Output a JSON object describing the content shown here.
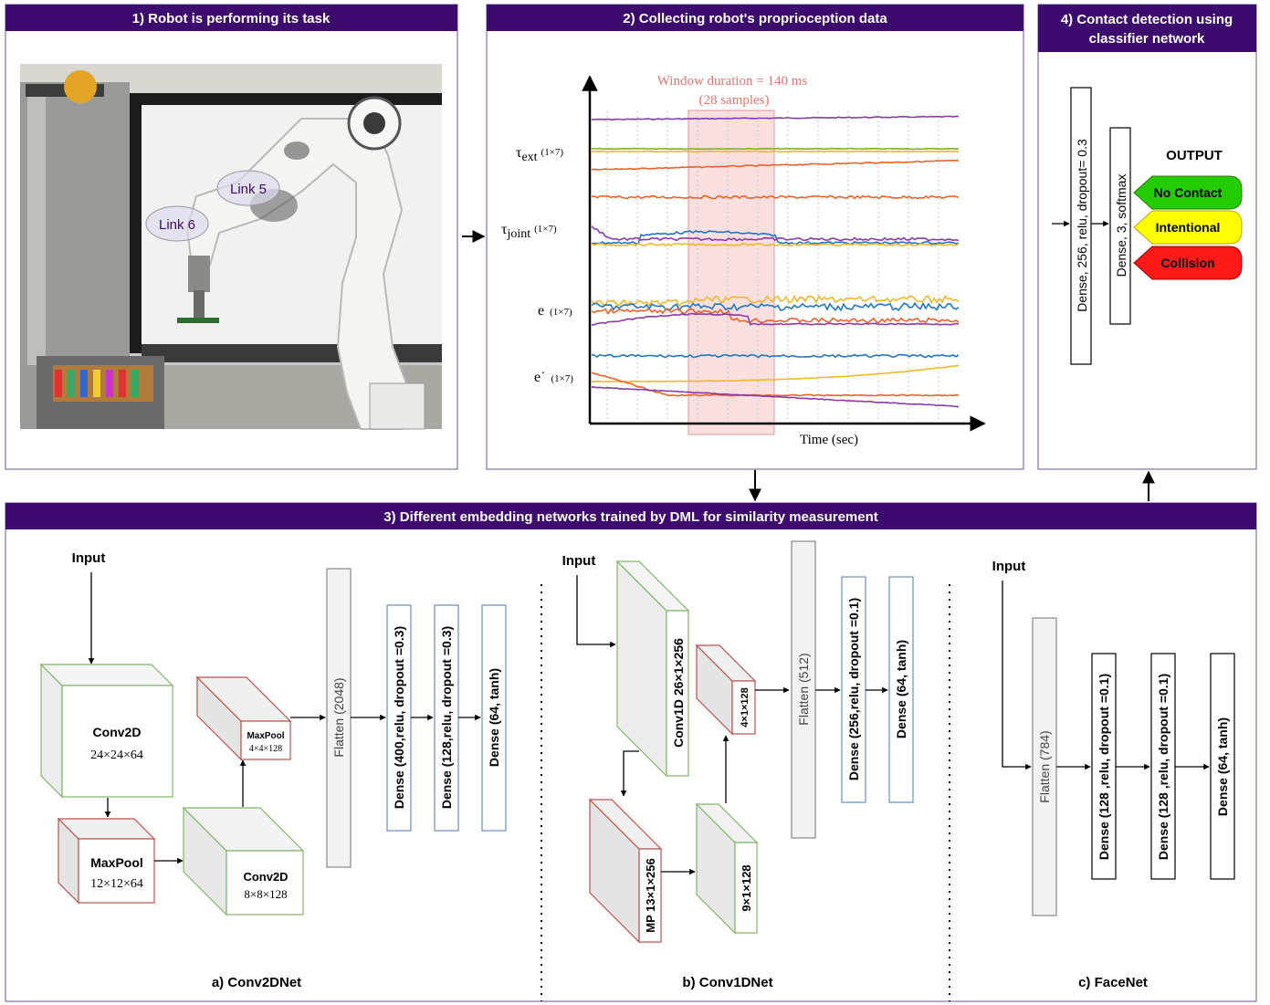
{
  "panels": {
    "p1": {
      "title": "1) Robot is performing its task",
      "link5": "Link 5",
      "link6": "Link 6"
    },
    "p2": {
      "title": "2) Collecting robot's proprioception data",
      "window_line1": "Window duration = 140 ms",
      "window_line2": "(28 samples)",
      "xlabel": "Time (sec)",
      "signals": [
        {
          "sym": "τ",
          "sub": "ext",
          "dim": "(1×7)"
        },
        {
          "sym": "τ",
          "sub": "joint",
          "dim": "(1×7)"
        },
        {
          "sym": "e",
          "sub": "",
          "dim": "(1×7)"
        },
        {
          "sym": "e˙",
          "sub": "",
          "dim": "(1×7)"
        }
      ]
    },
    "p3": {
      "title": "3) Different embedding networks trained by DML for similarity measurement",
      "conv2d": {
        "input": "Input",
        "conv1_name": "Conv2D",
        "conv1_dim": "24×24×64",
        "pool1_name": "MaxPool",
        "pool1_dim": "12×12×64",
        "conv2_name": "Conv2D",
        "conv2_dim": "8×8×128",
        "pool2_name": "MaxPool",
        "pool2_dim": "4×4×128",
        "flatten": "Flatten (2048)",
        "dense1": "Dense (400,relu, dropout =0.3)",
        "dense2": "Dense (128,relu, dropout =0.3)",
        "dense3": "Dense (64, tanh)",
        "caption": "a) Conv2DNet"
      },
      "conv1d": {
        "input": "Input",
        "conv": "Conv1D 26×1×256",
        "mp": "MP 13×1×256",
        "c2": "9×1×128",
        "pool": "4×1×128",
        "flatten": "Flatten (512)",
        "dense1": "Dense (256,relu, dropout =0.1)",
        "dense2": "Dense (64, tanh)",
        "caption": "b) Conv1DNet"
      },
      "facenet": {
        "input": "Input",
        "flatten": "Flatten (784)",
        "dense1": "Dense (128 ,relu, dropout =0.1)",
        "dense2": "Dense (128 ,relu, dropout =0.1)",
        "dense3": "Dense (64, tanh)",
        "caption": "c) FaceNet"
      }
    },
    "p4": {
      "title_line1": "4) Contact detection using",
      "title_line2": "classifier network",
      "dense1": "Dense, 256, relu, dropout= 0.3",
      "dense2": "Dense, 3, softmax",
      "output_label": "OUTPUT",
      "outputs": [
        {
          "label": "No Contact",
          "color": "#22cc00"
        },
        {
          "label": "Intentional",
          "color": "#ffff00"
        },
        {
          "label": "Collision",
          "color": "#ff1a1a"
        }
      ]
    }
  },
  "colors": {
    "header": "#3d0a6e",
    "border": "#6b4fa0",
    "green": "#82b366",
    "red": "#b85450",
    "blue": "#6c8ebf"
  }
}
